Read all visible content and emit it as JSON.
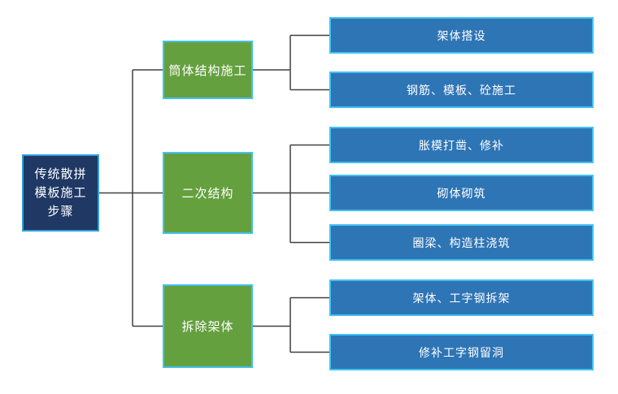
{
  "diagram": {
    "type": "tree",
    "root": {
      "label": "传统散拼模板施工步骤"
    },
    "branches": [
      {
        "label": "筒体结构施工",
        "children": [
          "架体搭设",
          "钢筋、模板、砼施工"
        ]
      },
      {
        "label": "二次结构",
        "children": [
          "胀模打凿、修补",
          "砌体砌筑",
          "圈梁、构造柱浇筑"
        ]
      },
      {
        "label": "拆除架体",
        "children": [
          "架体、工字钢拆架",
          "修补工字钢留洞"
        ]
      }
    ],
    "colors": {
      "root_fill": "#1f3864",
      "root_border": "#2f9fdc",
      "branch_fill": "#65a03f",
      "leaf_fill": "#2e75b6",
      "node_border": "#41c2f0",
      "connector_line": "#404040",
      "text": "#ffffff",
      "background": "#ffffff"
    }
  }
}
